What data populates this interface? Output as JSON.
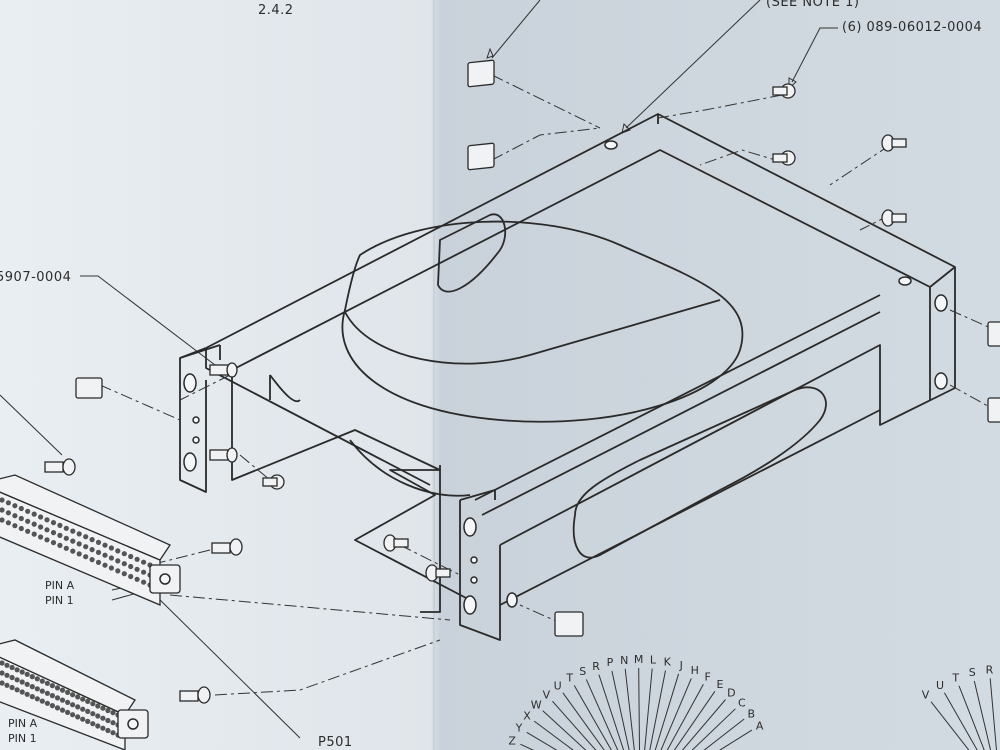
{
  "section_number": "2.4.2",
  "top_note": "(SEE NOTE 1)",
  "callout_screw": "(6) 089-06012-0004",
  "callout_part": "5907-0004",
  "pin_a_1": "PIN A",
  "pin_1_1": "PIN 1",
  "pin_a_2": "PIN A",
  "pin_1_2": "PIN 1",
  "connector_ref": "P501",
  "left_fan_letters": [
    "Z",
    "Y",
    "X",
    "W",
    "V",
    "U",
    "T",
    "S",
    "R",
    "P",
    "N",
    "M",
    "L",
    "K",
    "J",
    "H",
    "F",
    "E",
    "D",
    "C",
    "B",
    "A"
  ],
  "right_fan_letters": [
    "V",
    "U",
    "T",
    "S",
    "R"
  ],
  "colors": {
    "paper_left": "#e6ebef",
    "paper_right": "#cfd7de",
    "ink": "#2a2a2a"
  }
}
